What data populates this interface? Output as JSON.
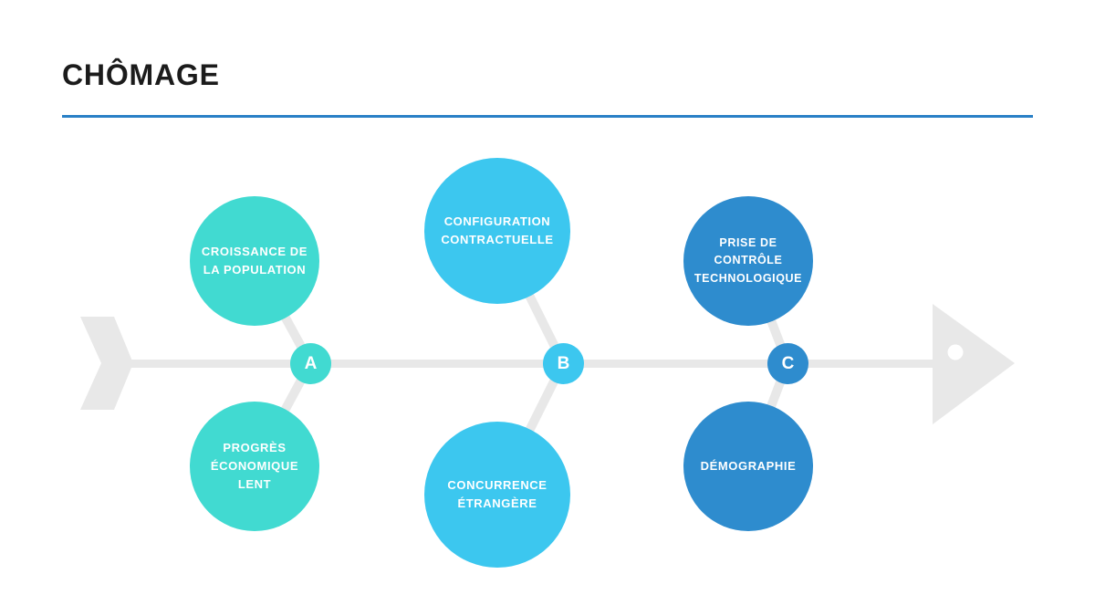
{
  "header": {
    "title": "CHÔMAGE"
  },
  "diagram": {
    "type": "fishbone",
    "colors": {
      "underline": "#2980C6",
      "skeleton_gray": "#E8E8E8",
      "title_text": "#1B1B1B",
      "cause_text": "#FFFFFF"
    },
    "branches": [
      {
        "id": "A",
        "color": "#41DAD1",
        "top_cause": "CROISSANCE DE\nLA POPULATION",
        "bottom_cause": "PROGRÈS\nÉCONOMIQUE\nLENT"
      },
      {
        "id": "B",
        "color": "#3CC7EF",
        "top_cause": "CONFIGURATION\nCONTRACTUELLE",
        "bottom_cause": "CONCURRENCE\nÉTRANGÈRE"
      },
      {
        "id": "C",
        "color": "#2E8CCE",
        "top_cause": "PRISE DE CONTRÔLE\nTECHNOLOGIQUE",
        "bottom_cause": "DÉMOGRAPHIE"
      }
    ]
  }
}
